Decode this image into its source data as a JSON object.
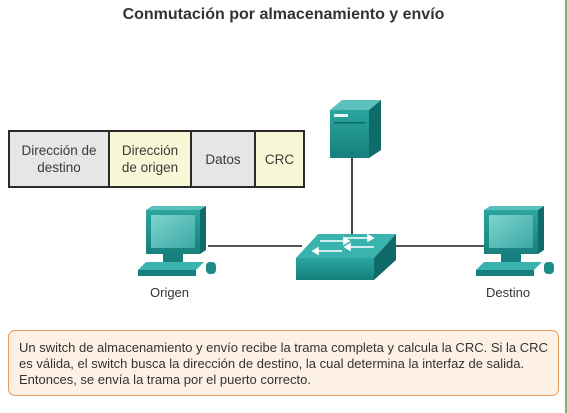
{
  "title": "Conmutación por almacenamiento y envío",
  "frame_fields": [
    {
      "line1": "Dirección de",
      "line2": "destino"
    },
    {
      "line1": "Dirección",
      "line2": "de origen"
    },
    {
      "line1": "Datos",
      "line2": ""
    },
    {
      "line1": "CRC",
      "line2": ""
    }
  ],
  "devices": {
    "origin_label": "Origen",
    "destination_label": "Destino"
  },
  "icons": {
    "server": "server-icon",
    "switch": "switch-icon",
    "origin_pc": "computer-icon",
    "destination_pc": "computer-icon"
  },
  "colors": {
    "device_teal": "#1e8a86",
    "caption_border": "#e39a5a",
    "caption_bg": "#fdf1e6",
    "field_gray": "#e6e6e6",
    "field_yellow": "#f8f8d6"
  },
  "caption": "Un switch de almacenamiento y envío recibe la trama completa y calcula la CRC. Si la CRC es válida, el switch busca la dirección de destino, la cual determina la interfaz de salida. Entonces, se envía la trama por el puerto correcto."
}
